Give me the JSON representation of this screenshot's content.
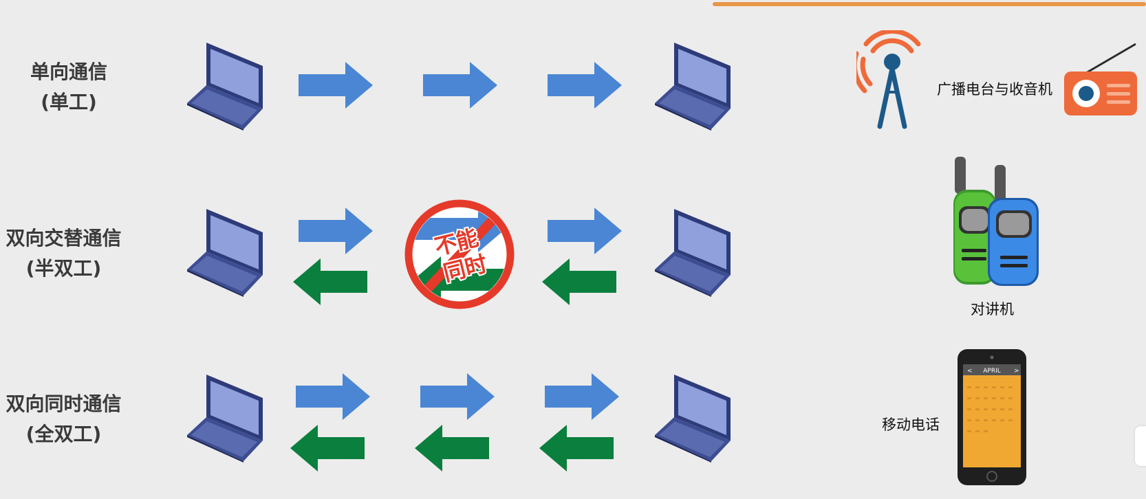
{
  "rows": [
    {
      "id": "simplex",
      "title": "单向通信",
      "subtitle": "(单工)",
      "right_arrows": 3,
      "left_arrows": 0,
      "blocked_middle": false
    },
    {
      "id": "half-duplex",
      "title": "双向交替通信",
      "subtitle": "(半双工)",
      "right_arrows": 2,
      "left_arrows": 2,
      "blocked_middle": true
    },
    {
      "id": "full-duplex",
      "title": "双向同时通信",
      "subtitle": "(全双工)",
      "right_arrows": 3,
      "left_arrows": 3,
      "blocked_middle": false
    }
  ],
  "no_sign": {
    "line1": "不能",
    "line2": "同时"
  },
  "devices": {
    "radio_label": "广播电台与收音机",
    "walkie_label": "对讲机",
    "phone_label": "移动电话",
    "phone_month": "APRIL"
  },
  "colors": {
    "right_arrow": "#4a86d4",
    "left_arrow": "#0b7f3e",
    "laptop_body": "#3d4d92",
    "laptop_screen": "#8fa0dc",
    "no_sign_red": "#e53a2a",
    "radio_orange": "#ef6a3a",
    "phone_screen": "#f0a832",
    "top_line": "#e8964a"
  },
  "icons": [
    "laptop-icon",
    "right-arrow-icon",
    "left-arrow-icon",
    "prohibited-icon",
    "antenna-tower-icon",
    "radio-icon",
    "walkie-talkie-icon",
    "mobile-phone-icon"
  ]
}
